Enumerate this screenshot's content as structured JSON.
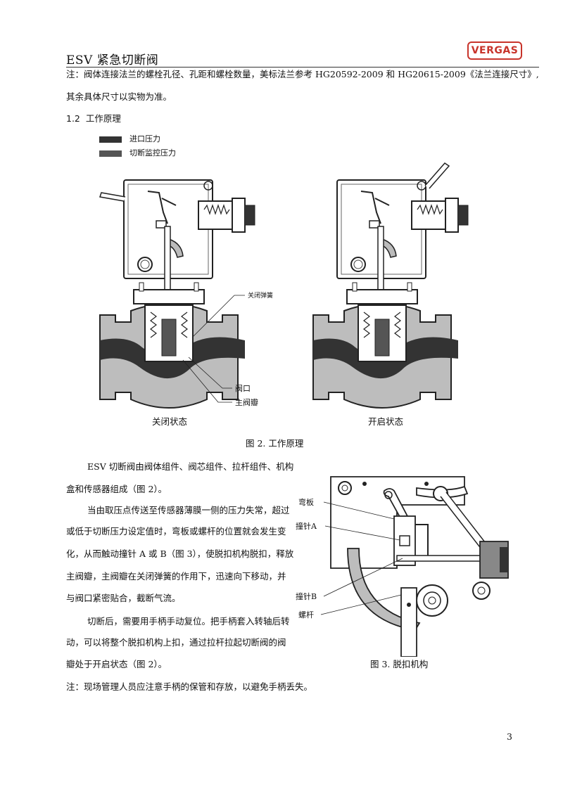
{
  "header": {
    "title": "ESV 紧急切断阀",
    "logo_text": "VERGAS"
  },
  "note_top": {
    "line1": "注：阀体连接法兰的螺栓孔径、孔距和螺栓数量，美标法兰参考 HG20592-2009 和 HG20615-2009《法兰连接尺寸》,",
    "line2": "其余具体尺寸以实物为准。"
  },
  "section": {
    "number": "1.2",
    "title": "工作原理"
  },
  "legend": [
    {
      "label": "进口压力",
      "color": "#333333"
    },
    {
      "label": "切断监控压力",
      "color": "#555555"
    }
  ],
  "figure2": {
    "left_label": "关闭状态",
    "right_label": "开启状态",
    "callouts": [
      "关闭弹簧",
      "阀口",
      "主阀瓣"
    ],
    "caption": "图 2. 工作原理"
  },
  "body": [
    "ESV 切断阀由阀体组件、阀芯组件、拉杆组件、机构",
    "盒和传感器组成（图 2）。",
    "当由取压点传送至传感器薄膜一侧的压力失常，超过",
    "或低于切断压力设定值时，弯板或螺杆的位置就会发生变",
    "化，从而触动撞针 A 或 B（图 3），使脱扣机构脱扣，释放",
    "主阀瓣，主阀瓣在关闭弹簧的作用下，迅速向下移动，并",
    "与阀口紧密贴合，截断气流。",
    "切断后，需要用手柄手动复位。把手柄套入转轴后转",
    "动，可以将整个脱扣机构上扣，通过拉杆拉起切断阀的阀",
    "瓣处于开启状态（图 2）。"
  ],
  "figure3": {
    "callouts": [
      "弯板",
      "撞针A",
      "撞针B",
      "螺杆"
    ],
    "caption": "图 3. 脱扣机构"
  },
  "note_bottom": "注：现场管理人员应注意手柄的保管和存放，以避免手柄丢失。",
  "page_number": "3"
}
